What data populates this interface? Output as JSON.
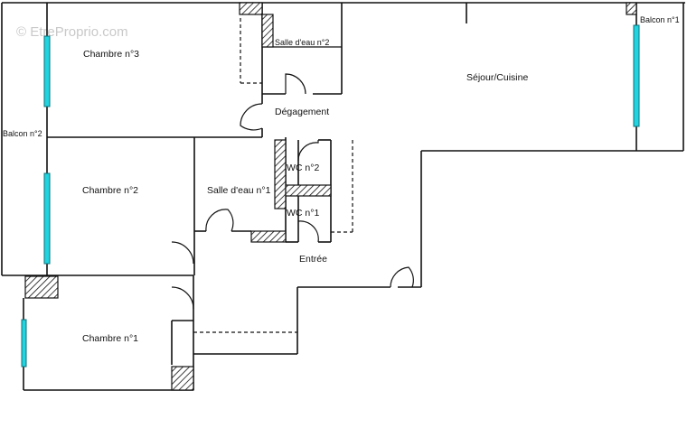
{
  "watermark": "© EtreProprio.com",
  "rooms": {
    "chambre3": "Chambre n°3",
    "chambre2": "Chambre n°2",
    "chambre1": "Chambre n°1",
    "salle_eau2": "Salle d'eau n°2",
    "salle_eau1": "Salle d'eau n°1",
    "degagement": "Dégagement",
    "wc2": "WC n°2",
    "wc1": "WC n°1",
    "entree": "Entrée",
    "sejour": "Séjour/Cuisine",
    "balcon1": "Balcon n°1",
    "balcon2": "Balcon n°2"
  },
  "colors": {
    "window": "#22d3e0",
    "walls": "#111111"
  }
}
